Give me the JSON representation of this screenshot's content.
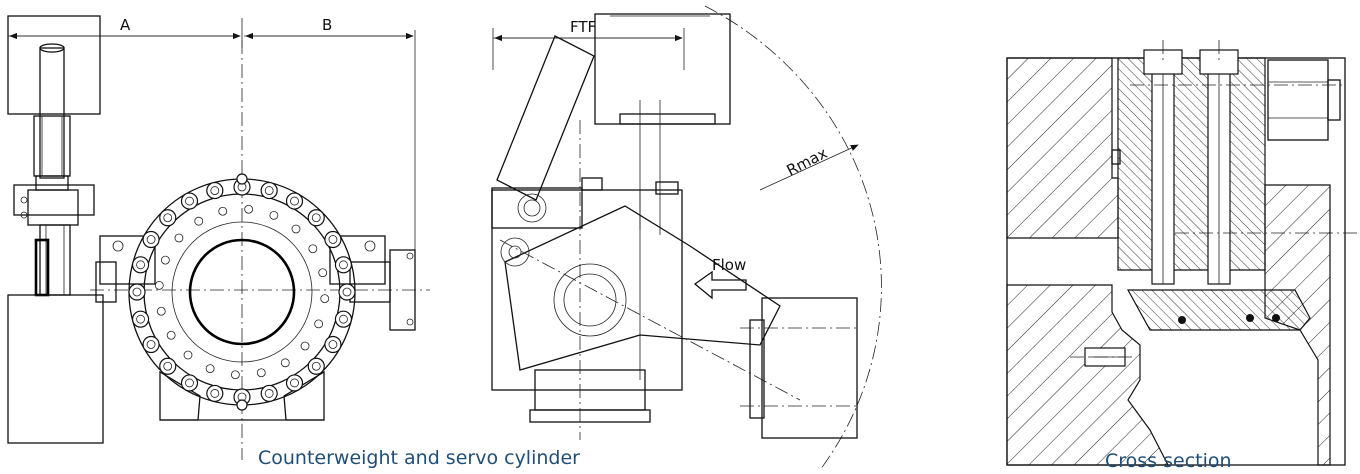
{
  "labels": {
    "dim_a": "A",
    "dim_b": "B",
    "dim_ftf": "FTF",
    "dim_rmax": "Rmax",
    "flow": "Flow"
  },
  "captions": {
    "left": "Counterweight and servo cylinder",
    "right": "Cross section"
  },
  "colors": {
    "caption": "#1f4e79",
    "line": "#111111"
  }
}
